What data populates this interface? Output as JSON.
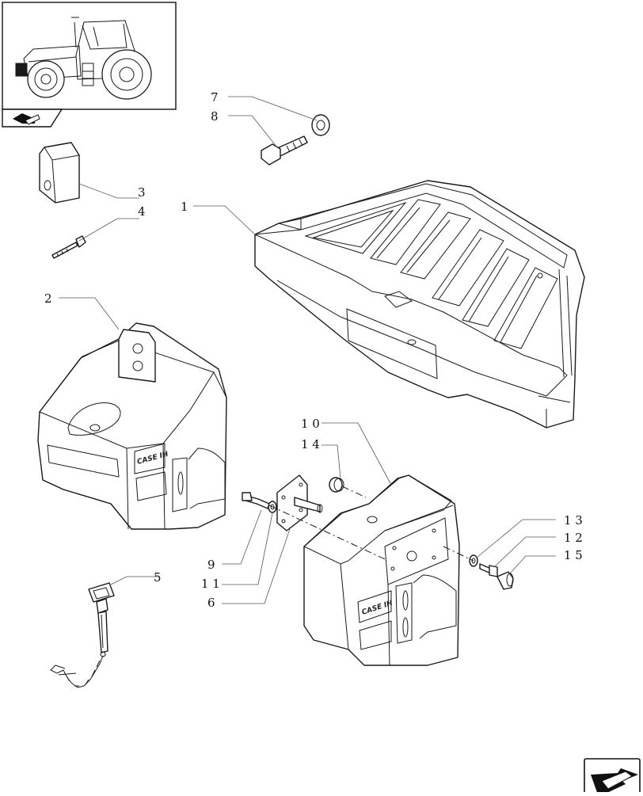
{
  "diagram": {
    "callouts": [
      "1",
      "2",
      "3",
      "4",
      "5",
      "6",
      "7",
      "8",
      "9",
      "10",
      "11",
      "12",
      "13",
      "14",
      "15"
    ],
    "callout_labels": {
      "c1": "1",
      "c2": "2",
      "c3": "3",
      "c4": "4",
      "c5": "5",
      "c6": "6",
      "c7": "7",
      "c8": "8",
      "c9": "9",
      "c10": "1 0",
      "c11": "1 1",
      "c12": "1 2",
      "c13": "1 3",
      "c14": "1 4",
      "c15": "1 5"
    },
    "brand_marking": "CASE IH"
  },
  "thumbnail": {
    "icon": "tractor-icon",
    "highlight_color": "#000000"
  },
  "navigation": {
    "prev_icon": "section-arrow-icon",
    "next_icon": "next-page-arrow-icon"
  }
}
